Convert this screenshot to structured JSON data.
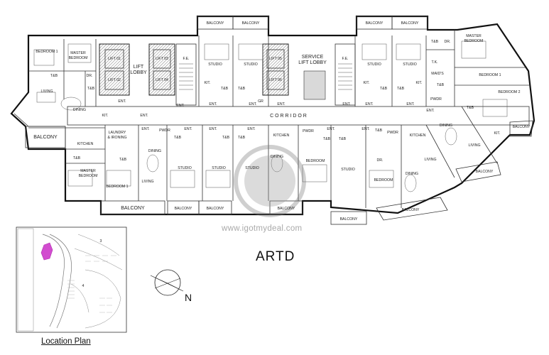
{
  "title": "ARTD",
  "location_caption": "Location Plan",
  "north_label": "N",
  "watermark": "www.igotmydeal.com",
  "corridor": "C O R R I D O R",
  "rooms": {
    "balcony": "BALCONY",
    "bedroom1": "BEDROOM 1",
    "bedroom2": "BEDROOM 2",
    "master": "MASTER",
    "bedroom": "BEDROOM",
    "living": "LIVING",
    "dining": "DINING",
    "kitchen": "KITCHEN",
    "kit": "KIT.",
    "studio": "STUDIO",
    "tb": "T&B",
    "dr": "DR.",
    "ent": "ENT.",
    "pwdr": "PWDR",
    "fe": "F.E.",
    "gr": "GR",
    "maids": "MAID'S",
    "tk": "T.K.",
    "laundry": "LAUNDRY",
    "ironing": "& IRONING",
    "lift": "LIFT",
    "lobby": "LOBBY",
    "service": "SERVICE",
    "service_lobby": "LIFT LOBBY",
    "lift01": "LIFT 01",
    "lift02": "LIFT 02",
    "lift03": "LIFT 03",
    "lift04": "LIFT 04",
    "lift05": "LIFT 05",
    "lift06": "LIFT 06"
  },
  "location_plan": {
    "lot_labels": [
      "3",
      "4"
    ]
  }
}
